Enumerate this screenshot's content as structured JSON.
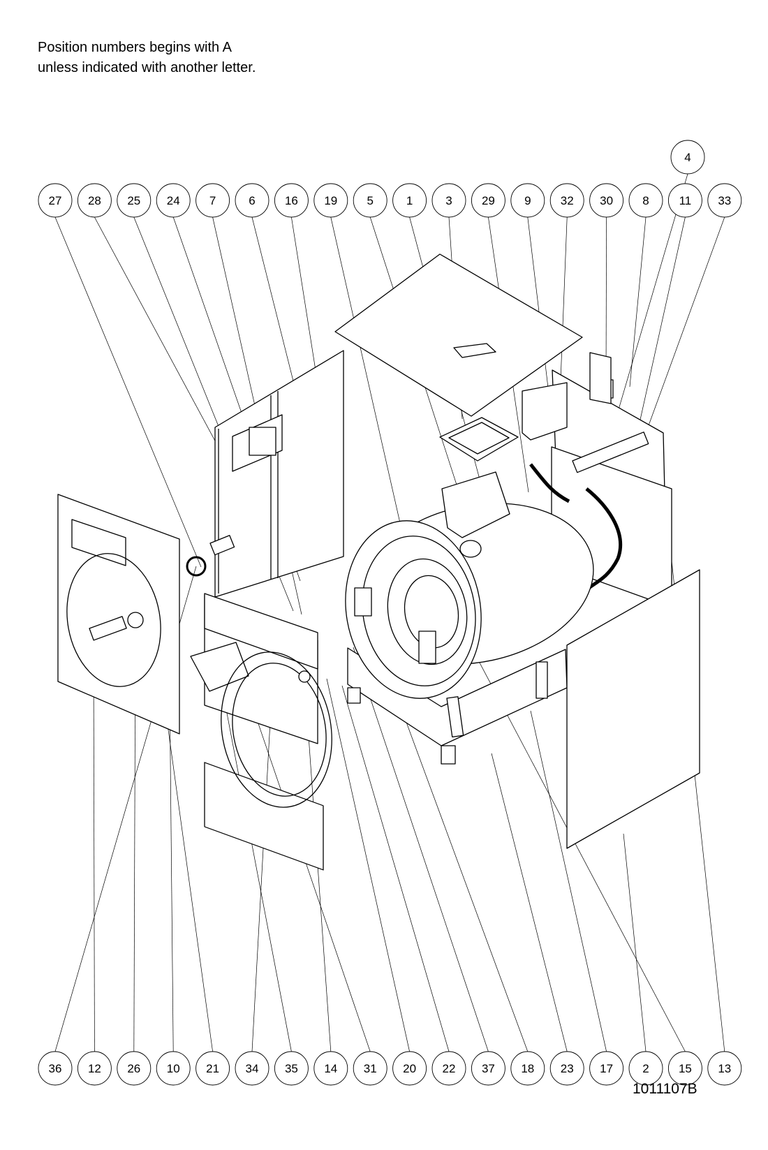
{
  "note": {
    "line1": "Position numbers begins with A",
    "line2": "unless indicated with another letter."
  },
  "callouts_top": [
    "27",
    "28",
    "25",
    "24",
    "7",
    "6",
    "16",
    "19",
    "5",
    "1",
    "3",
    "29",
    "9",
    "32",
    "30",
    "8",
    "11",
    "33"
  ],
  "callout_extra": "4",
  "callouts_bottom": [
    "36",
    "12",
    "26",
    "10",
    "21",
    "34",
    "35",
    "14",
    "31",
    "20",
    "22",
    "37",
    "18",
    "23",
    "17",
    "2",
    "15",
    "13"
  ],
  "drawing_number": "1011107B"
}
